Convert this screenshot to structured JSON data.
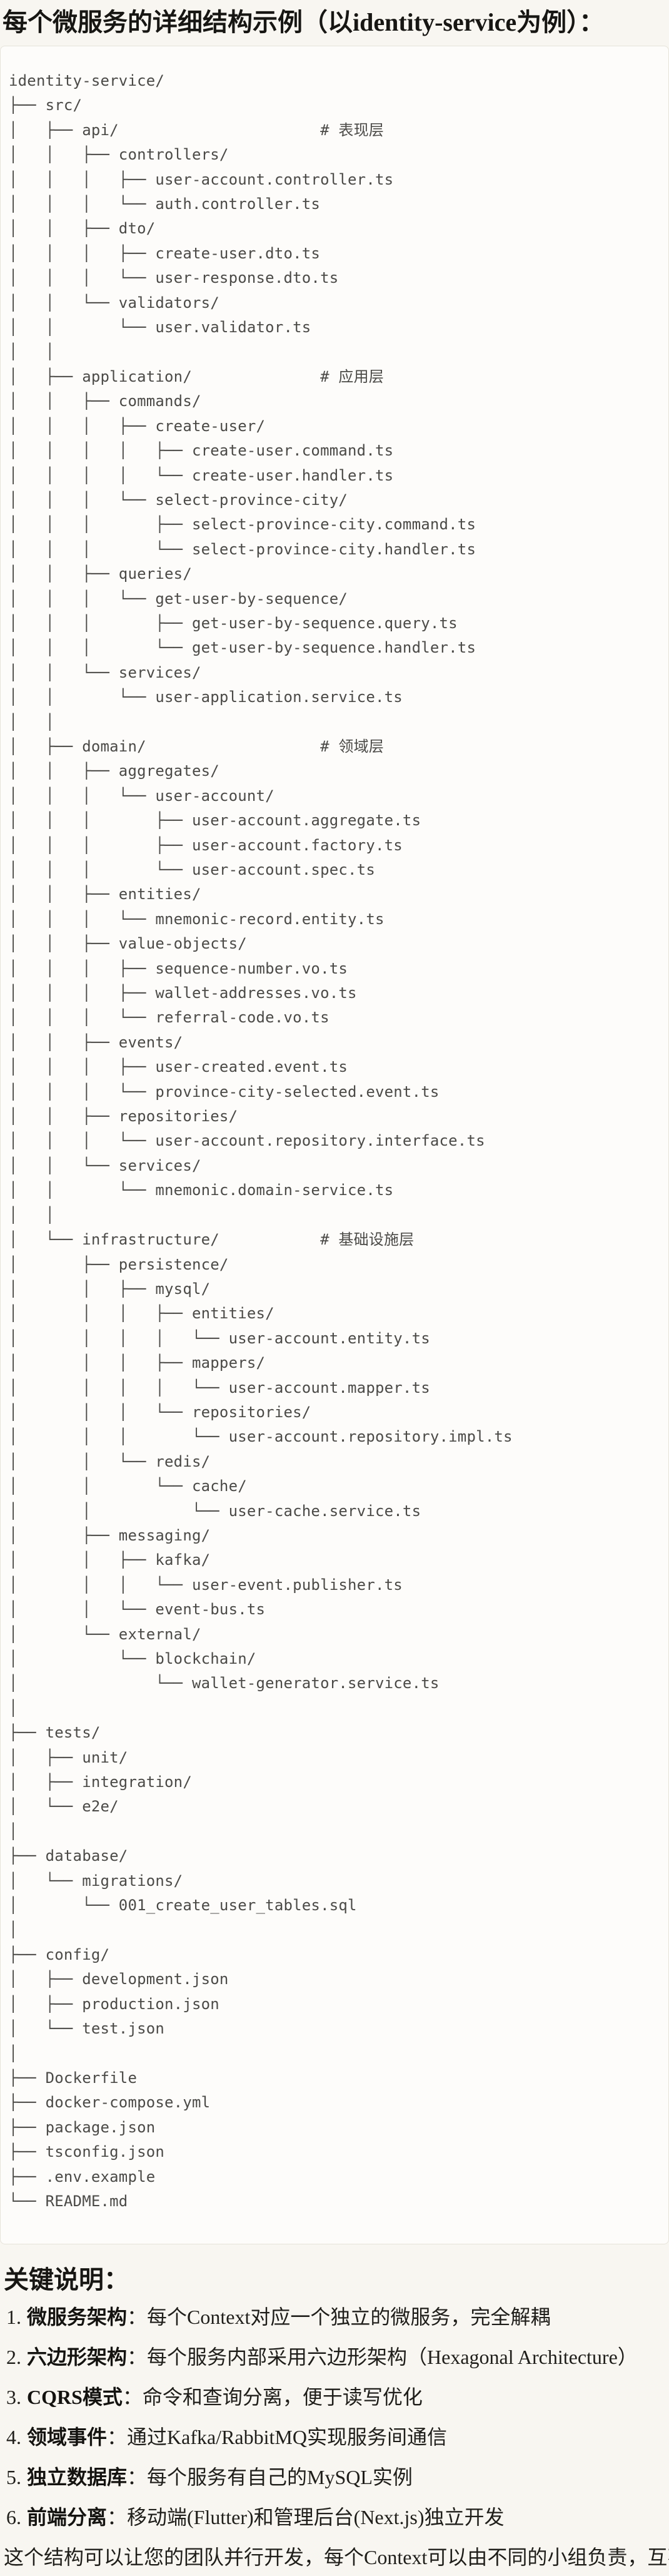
{
  "page": {
    "title": "每个微服务的详细结构示例（以identity-service为例）：",
    "section_heading": "关键说明：",
    "closing_note": "这个结构可以让您的团队并行开发，每个Context可以由不同的小组负责，互不干扰。"
  },
  "colors": {
    "page_bg": "#f8f6f1",
    "code_bg": "#fdfcfa",
    "code_border": "#e6e3da",
    "code_text": "#4b4a47",
    "body_text": "#1f1e1a"
  },
  "code_block": {
    "layer_comments": [
      "# 表现层",
      "# 应用层",
      "# 领域层",
      "# 基础设施层"
    ],
    "lines": [
      "identity-service/",
      "├── src/",
      "│   ├── api/                      # 表现层",
      "│   │   ├── controllers/",
      "│   │   │   ├── user-account.controller.ts",
      "│   │   │   └── auth.controller.ts",
      "│   │   ├── dto/",
      "│   │   │   ├── create-user.dto.ts",
      "│   │   │   └── user-response.dto.ts",
      "│   │   └── validators/",
      "│   │       └── user.validator.ts",
      "│   │",
      "│   ├── application/              # 应用层",
      "│   │   ├── commands/",
      "│   │   │   ├── create-user/",
      "│   │   │   │   ├── create-user.command.ts",
      "│   │   │   │   └── create-user.handler.ts",
      "│   │   │   └── select-province-city/",
      "│   │   │       ├── select-province-city.command.ts",
      "│   │   │       └── select-province-city.handler.ts",
      "│   │   ├── queries/",
      "│   │   │   └── get-user-by-sequence/",
      "│   │   │       ├── get-user-by-sequence.query.ts",
      "│   │   │       └── get-user-by-sequence.handler.ts",
      "│   │   └── services/",
      "│   │       └── user-application.service.ts",
      "│   │",
      "│   ├── domain/                   # 领域层",
      "│   │   ├── aggregates/",
      "│   │   │   └── user-account/",
      "│   │   │       ├── user-account.aggregate.ts",
      "│   │   │       ├── user-account.factory.ts",
      "│   │   │       └── user-account.spec.ts",
      "│   │   ├── entities/",
      "│   │   │   └── mnemonic-record.entity.ts",
      "│   │   ├── value-objects/",
      "│   │   │   ├── sequence-number.vo.ts",
      "│   │   │   ├── wallet-addresses.vo.ts",
      "│   │   │   └── referral-code.vo.ts",
      "│   │   ├── events/",
      "│   │   │   ├── user-created.event.ts",
      "│   │   │   └── province-city-selected.event.ts",
      "│   │   ├── repositories/",
      "│   │   │   └── user-account.repository.interface.ts",
      "│   │   └── services/",
      "│   │       └── mnemonic.domain-service.ts",
      "│   │",
      "│   └── infrastructure/           # 基础设施层",
      "│       ├── persistence/",
      "│       │   ├── mysql/",
      "│       │   │   ├── entities/",
      "│       │   │   │   └── user-account.entity.ts",
      "│       │   │   ├── mappers/",
      "│       │   │   │   └── user-account.mapper.ts",
      "│       │   │   └── repositories/",
      "│       │   │       └── user-account.repository.impl.ts",
      "│       │   └── redis/",
      "│       │       └── cache/",
      "│       │           └── user-cache.service.ts",
      "│       ├── messaging/",
      "│       │   ├── kafka/",
      "│       │   │   └── user-event.publisher.ts",
      "│       │   └── event-bus.ts",
      "│       └── external/",
      "│           └── blockchain/",
      "│               └── wallet-generator.service.ts",
      "│",
      "├── tests/",
      "│   ├── unit/",
      "│   ├── integration/",
      "│   └── e2e/",
      "│",
      "├── database/",
      "│   └── migrations/",
      "│       └── 001_create_user_tables.sql",
      "│",
      "├── config/",
      "│   ├── development.json",
      "│   ├── production.json",
      "│   └── test.json",
      "│",
      "├── Dockerfile",
      "├── docker-compose.yml",
      "├── package.json",
      "├── tsconfig.json",
      "├── .env.example",
      "└── README.md"
    ]
  },
  "key_points": [
    {
      "num": "1.",
      "label": "微服务架构",
      "text": "：每个Context对应一个独立的微服务，完全解耦"
    },
    {
      "num": "2.",
      "label": "六边形架构",
      "text": "：每个服务内部采用六边形架构（Hexagonal Architecture）"
    },
    {
      "num": "3.",
      "label": "CQRS模式",
      "text": "：命令和查询分离，便于读写优化"
    },
    {
      "num": "4.",
      "label": "领域事件",
      "text": "：通过Kafka/RabbitMQ实现服务间通信"
    },
    {
      "num": "5.",
      "label": "独立数据库",
      "text": "：每个服务有自己的MySQL实例"
    },
    {
      "num": "6.",
      "label": "前端分离",
      "text": "：移动端(Flutter)和管理后台(Next.js)独立开发"
    }
  ]
}
